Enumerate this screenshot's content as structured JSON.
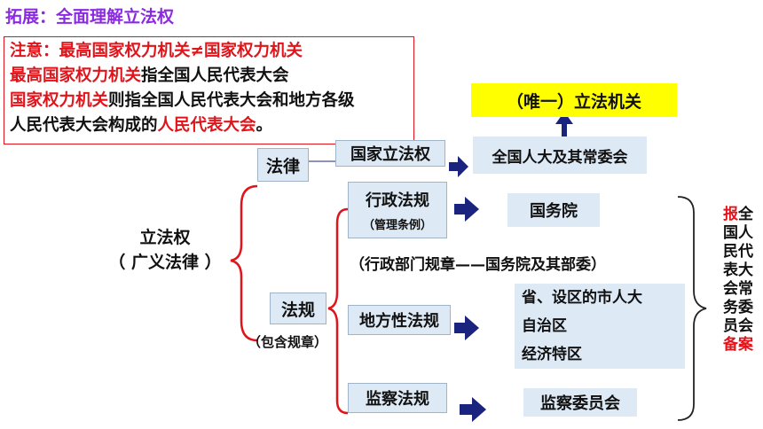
{
  "title": "拓展：全面理解立法权",
  "note": {
    "line1": "注意：最高国家权力机关≠国家权力机关",
    "line2_a": "最高国家权力机关",
    "line2_b": "指全国人民代表大会",
    "line3_a": "国家权力机关",
    "line3_b": "则指全国人民代表大会和地方各级",
    "line4_a": "人民代表大会构成的",
    "line4_b": "人民代表大会",
    "line4_c": "。"
  },
  "root": {
    "line1": "立法权",
    "line2": "（ 广义法律 ）"
  },
  "law": {
    "label": "法律",
    "type": "国家立法权",
    "organ": "全国人大及其常委会",
    "highlight": "（唯一）立法机关"
  },
  "regulations": {
    "label": "法规",
    "note": "（包含规章）",
    "items": [
      {
        "type": "行政法规",
        "sub": "（管理条例）",
        "organ": "国务院"
      },
      {
        "type": "地方性法规",
        "organs": [
          "省、设区的市人大",
          "自治区",
          "经济特区"
        ]
      },
      {
        "type": "监察法规",
        "organ": "监察委员会"
      }
    ],
    "dept_rules": "（行政部门规章——国务院及其部委）"
  },
  "filing": {
    "chars": [
      "报",
      "全",
      "国人",
      "民代",
      "表大",
      "会常",
      "务委",
      "员会",
      "备案"
    ]
  },
  "colors": {
    "red": "#e0141a",
    "purple": "#8a2be2",
    "navy": "#1a237e",
    "yellow": "#ffff00",
    "box": "#dde9f5"
  }
}
